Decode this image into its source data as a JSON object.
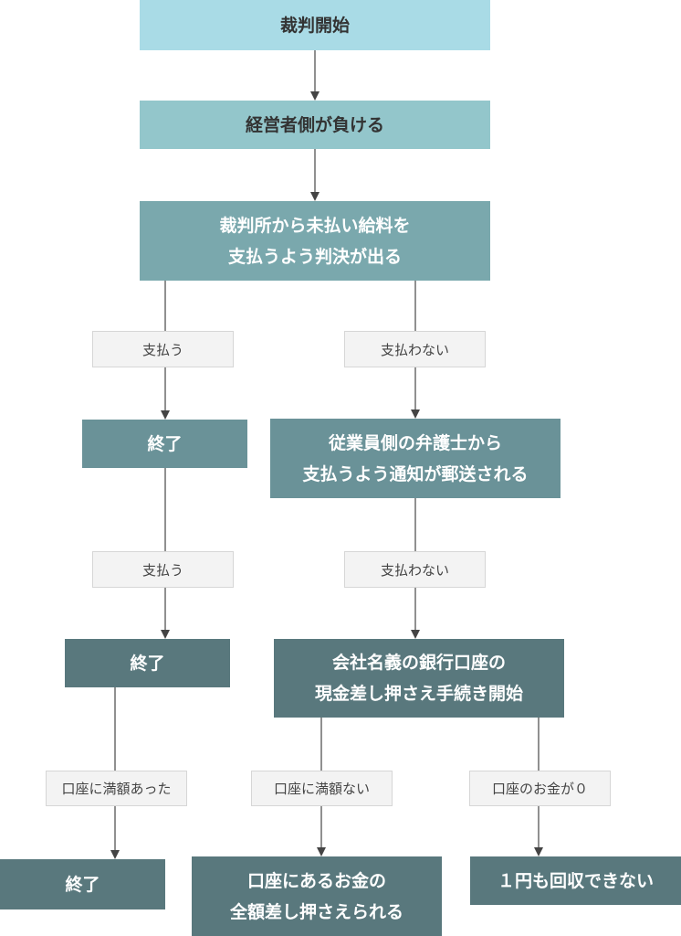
{
  "nodes": {
    "start": "裁判開始",
    "employer_loses": "経営者側が負ける",
    "court_order": "裁判所から未払い給料を\n支払うよう判決が出る",
    "end_1": "終了",
    "lawyer_notice": "従業員側の弁護士から\n支払うよう通知が郵送される",
    "end_2": "終了",
    "garnishment": "会社名義の銀行口座の\n現金差し押さえ手続き開始",
    "end_3": "終了",
    "partial_seized": "口座にあるお金の\n全額差し押さえられる",
    "nothing_recovered": "１円も回収できない"
  },
  "edge_labels": {
    "pay_1": "支払う",
    "not_pay_1": "支払わない",
    "pay_2": "支払う",
    "not_pay_2": "支払わない",
    "account_full": "口座に満額あった",
    "account_short": "口座に満額ない",
    "account_zero": "口座のお金が０"
  },
  "colors": {
    "level_1": "#a9dbe6",
    "level_2": "#93c6cb",
    "level_3": "#7aa8ad",
    "level_4": "#6a9298",
    "level_5": "#59787d",
    "connector": "#555555"
  }
}
